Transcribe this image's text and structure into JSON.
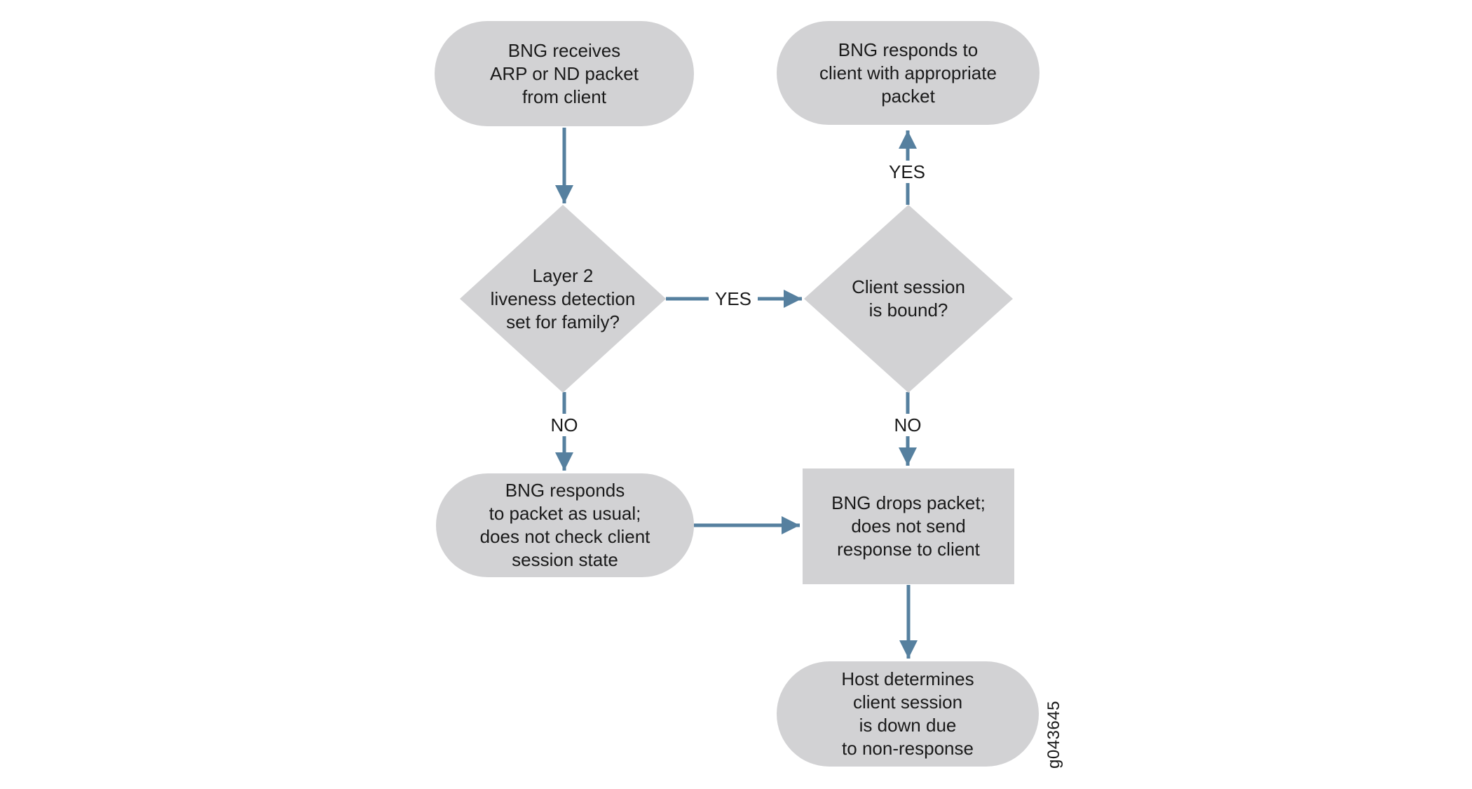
{
  "figure_id": "g043645",
  "colors": {
    "shape_fill": "#d2d2d4",
    "arrow": "#56809f",
    "text": "#1a1a1a"
  },
  "nodes": {
    "receive": {
      "type": "terminator",
      "text": "BNG receives\nARP or ND packet\nfrom client"
    },
    "respond_ok": {
      "type": "terminator",
      "text": "BNG responds to\nclient with appropriate\npacket"
    },
    "liveness_q": {
      "type": "decision",
      "text": "Layer 2\nliveness detection\nset for family?"
    },
    "bound_q": {
      "type": "decision",
      "text": "Client session\nis bound?"
    },
    "respond_usual": {
      "type": "terminator",
      "text": "BNG responds\nto packet as usual;\ndoes not check client\nsession state"
    },
    "drop": {
      "type": "process",
      "text": "BNG drops packet;\ndoes not send\nresponse to client"
    },
    "host_down": {
      "type": "terminator",
      "text": "Host determines\nclient session\nis down due\nto non-response"
    }
  },
  "edge_labels": {
    "liveness_yes": "YES",
    "bound_yes": "YES",
    "liveness_no": "NO",
    "bound_no": "NO"
  }
}
